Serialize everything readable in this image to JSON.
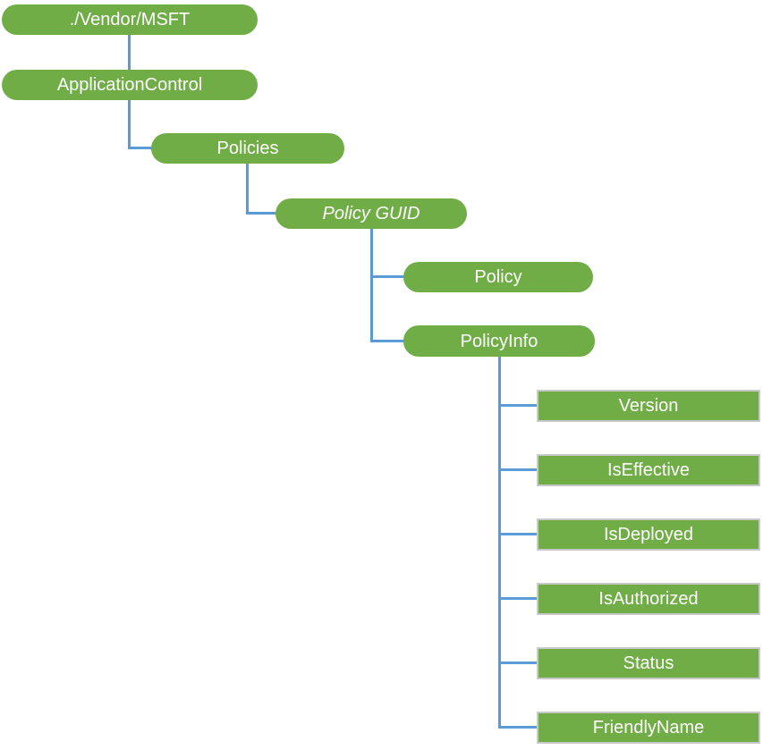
{
  "diagram": {
    "type": "tree",
    "description": "CSP node hierarchy diagram",
    "colors": {
      "node_fill": "#70AD47",
      "connector": "#5B9BD5",
      "leaf_border": "#C9C9C9",
      "text": "#FFFFFF",
      "background": "#FFFFFF"
    },
    "nodes": [
      {
        "label": "./Vendor/MSFT",
        "shape": "pill",
        "italic": false
      },
      {
        "label": "ApplicationControl",
        "shape": "pill",
        "italic": false
      },
      {
        "label": "Policies",
        "shape": "pill",
        "italic": false
      },
      {
        "label": "Policy GUID",
        "shape": "pill",
        "italic": true
      },
      {
        "label": "Policy",
        "shape": "pill",
        "italic": false
      },
      {
        "label": "PolicyInfo",
        "shape": "pill",
        "italic": false
      },
      {
        "label": "Version",
        "shape": "rect",
        "italic": false
      },
      {
        "label": "IsEffective",
        "shape": "rect",
        "italic": false
      },
      {
        "label": "IsDeployed",
        "shape": "rect",
        "italic": false
      },
      {
        "label": "IsAuthorized",
        "shape": "rect",
        "italic": false
      },
      {
        "label": "Status",
        "shape": "rect",
        "italic": false
      },
      {
        "label": "FriendlyName",
        "shape": "rect",
        "italic": false
      }
    ],
    "hierarchy": {
      "./Vendor/MSFT": {
        "ApplicationControl": {
          "Policies": {
            "Policy GUID": {
              "Policy": {},
              "PolicyInfo": {
                "Version": {},
                "IsEffective": {},
                "IsDeployed": {},
                "IsAuthorized": {},
                "Status": {},
                "FriendlyName": {}
              }
            }
          }
        }
      }
    }
  }
}
